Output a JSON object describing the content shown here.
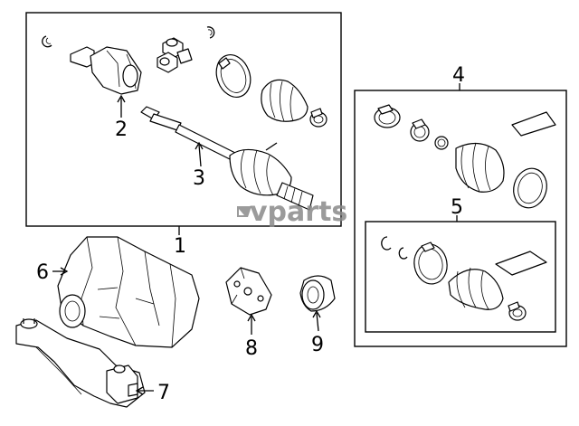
{
  "callouts": {
    "c1": "1",
    "c2": "2",
    "c3": "3",
    "c4": "4",
    "c5": "5",
    "c6": "6",
    "c7": "7",
    "c8": "8",
    "c9": "9"
  },
  "watermark": {
    "logo_text": "vparts"
  }
}
